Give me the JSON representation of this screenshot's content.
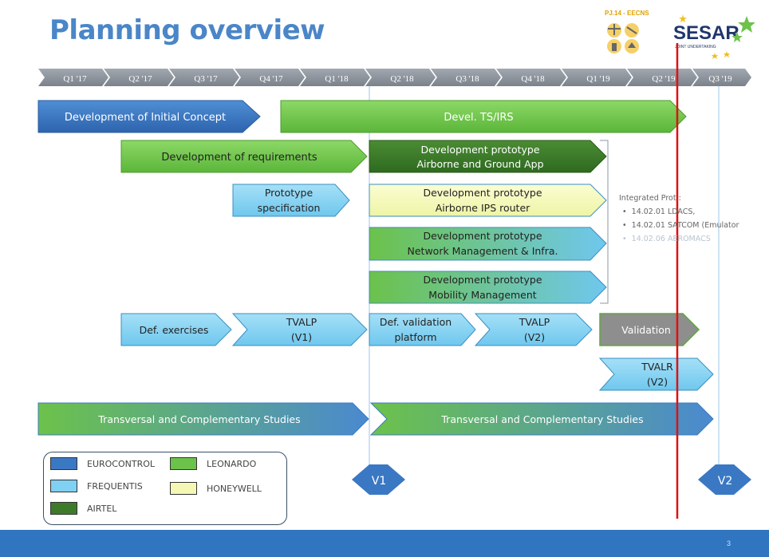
{
  "title": "Planning overview",
  "timeline": [
    "Q1 '17",
    "Q2 '17",
    "Q3 '17",
    "Q4 '17",
    "Q1 '18",
    "Q2 '18",
    "Q3 '18",
    "Q4 '18",
    "Q1 '19",
    "Q2 '19",
    "Q3 '19"
  ],
  "tasks": {
    "initial_concept": "Development of Initial Concept",
    "ts_irs": "Devel. TS/IRS",
    "requirements": "Development  of requirements",
    "proto_airborne_ground": [
      "Development prototype",
      "Airborne and Ground App"
    ],
    "proto_spec": [
      "Prototype",
      "specification"
    ],
    "proto_ips": [
      "Development prototype",
      "Airborne IPS router"
    ],
    "proto_network": [
      "Development prototype",
      "Network Management & Infra."
    ],
    "proto_mobility": [
      "Development prototype",
      "Mobility Management"
    ],
    "def_exercises": "Def. exercises",
    "tvalp_v1": [
      "TVALP",
      "(V1)"
    ],
    "def_validation": [
      "Def. validation",
      "platform"
    ],
    "tvalp_v2": [
      "TVALP",
      "(V2)"
    ],
    "validation": "Validation",
    "tvalr_v2": [
      "TVALR",
      "(V2)"
    ],
    "transversal_1": "Transversal and Complementary  Studies",
    "transversal_2": "Transversal and Complementary  Studies"
  },
  "milestones": {
    "v1": "V1",
    "v2": "V2"
  },
  "integrated_prot": {
    "heading": "Integrated Prot.:",
    "items": [
      "14.02.01 LDACS,",
      "14.02.01 SATCOM (Emulator",
      "14.02.06 AEROMACS"
    ]
  },
  "legend": [
    {
      "label": "EUROCONTROL",
      "color": "#3a78c4"
    },
    {
      "label": "LEONARDO",
      "color": "#6cc24a"
    },
    {
      "label": "FREQUENTIS",
      "color": "#7fd0f2"
    },
    {
      "label": "HONEYWELL",
      "color": "#f4f8b4"
    },
    {
      "label": "AIRTEL",
      "color": "#3d7b2a"
    }
  ],
  "colors": {
    "eurocontrol": "#3a78c4",
    "leonardo": "#6cc24a",
    "frequentis": "#7fd0f2",
    "honeywell": "#f4f8b4",
    "airtel": "#3d7b2a",
    "timeline": "#8a9099",
    "title": "#4a86c8",
    "today_line": "#e01010",
    "footer": "#2f75c0"
  },
  "logos": {
    "pj_code": "PJ.14 - EECNS",
    "sesar": "SESAR",
    "sesar_sub": "JOINT UNDERTAKING"
  },
  "page_number": "3"
}
